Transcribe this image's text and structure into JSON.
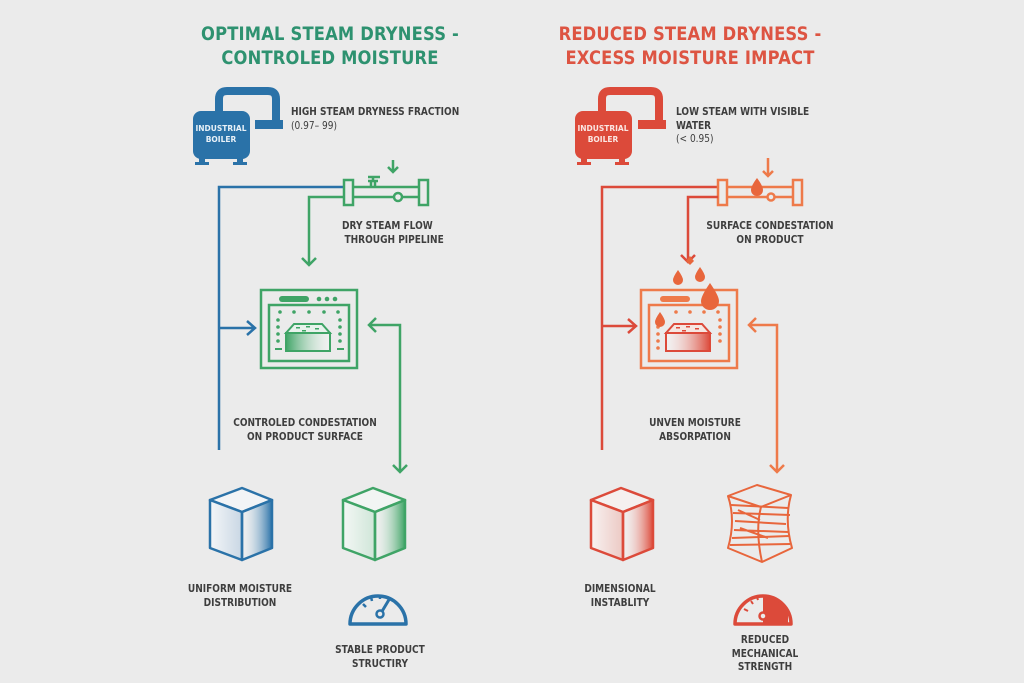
{
  "colors": {
    "background": "#ebebeb",
    "optimal_title": "#2e9270",
    "optimal_blue": "#2a72a8",
    "optimal_green": "#3fa466",
    "reduced_title": "#dd5442",
    "reduced_red": "#dc4a3a",
    "reduced_orange": "#ee7a4a",
    "label_text": "#3e3e3e"
  },
  "optimal": {
    "title_line1": "OPTIMAL STEAM DRYNESS -",
    "title_line2": "CONTROLED MOISTURE",
    "boiler_line1": "INDUSTRIAL",
    "boiler_line2": "BOILER",
    "boiler_icon": "industrial-boiler-icon",
    "steam_line1": "HIGH STEAM DRYNESS FRACTION",
    "steam_line2": "(0.97– 99)",
    "pipeline_line1": "DRY STEAM FLOW",
    "pipeline_line2": "THROUGH PIPELINE",
    "pipeline_icon": "pipeline-valve-icon",
    "chamber_icon": "steam-chamber-icon",
    "chamber_line1": "CONTROLED CONDESTATION",
    "chamber_line2": "ON PRODUCT SURFACE",
    "result1_icon": "cube-icon",
    "result1_line1": "UNIFORM MOISTURE",
    "result1_line2": "DISTRIBUTION",
    "result2_icon": "cube-icon",
    "gauge_icon": "gauge-icon",
    "result2_line1": "STABLE PRODUCT",
    "result2_line2": "STRUCTIRY"
  },
  "reduced": {
    "title_line1": "REDUCED STEAM DRYNESS -",
    "title_line2": "EXCESS MOISTURE IMPACT",
    "boiler_line1": "INDUSTRIAL",
    "boiler_line2": "BOILER",
    "boiler_icon": "industrial-boiler-icon",
    "steam_line1": "LOW STEAM WITH VISIBLE",
    "steam_line2": "WATER",
    "steam_line3": "(< 0.95)",
    "pipeline_line1": "SURFACE CONDESTATION",
    "pipeline_line2": "ON PRODUCT",
    "pipeline_icon": "pipeline-water-drop-icon",
    "chamber_icon": "wet-steam-chamber-icon",
    "chamber_line1": "UNVEN MOISTURE",
    "chamber_line2": "ABSORPATION",
    "result1_icon": "cube-icon",
    "result1_line1": "DIMENSIONAL",
    "result1_line2": "INSTABLITY",
    "result2_icon": "deformed-cube-icon",
    "gauge_icon": "gauge-low-icon",
    "result3_line1": "REDUCED",
    "result3_line2": "MECHANICAL",
    "result3_line3": "STRENGTH"
  }
}
